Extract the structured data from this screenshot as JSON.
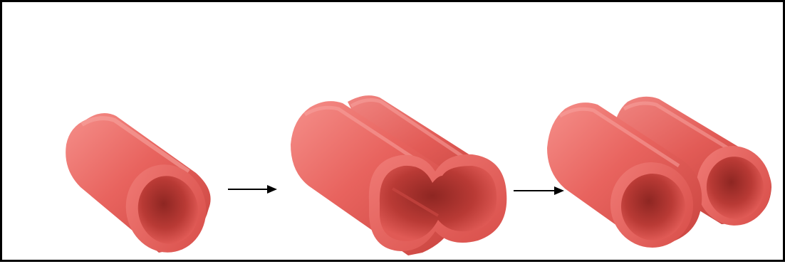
{
  "diagram": {
    "stages": [
      {
        "name": "single-tube"
      },
      {
        "name": "fused-double-tube"
      },
      {
        "name": "separated-double-tube"
      }
    ],
    "arrows": [
      {
        "from": "single-tube",
        "to": "fused-double-tube"
      },
      {
        "from": "fused-double-tube",
        "to": "separated-double-tube"
      }
    ]
  },
  "colors": {
    "outer": "#e4605c",
    "outer_light": "#f08a85",
    "rim": "#e45a55",
    "inner_dark": "#a4302c",
    "inner_mid": "#d04a45",
    "arrow": "#000000",
    "border": "#000000"
  }
}
